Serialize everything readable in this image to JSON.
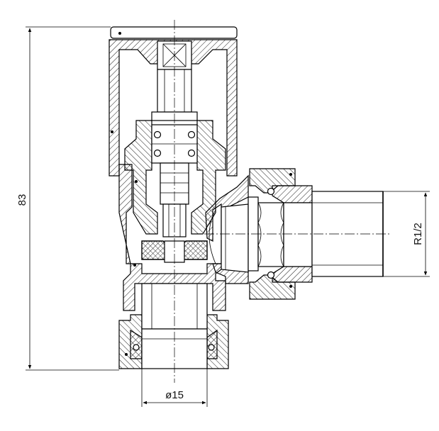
{
  "dimensions": {
    "height": "83",
    "outlet_thread": "R1/2",
    "inlet_diameter": "ø15"
  }
}
